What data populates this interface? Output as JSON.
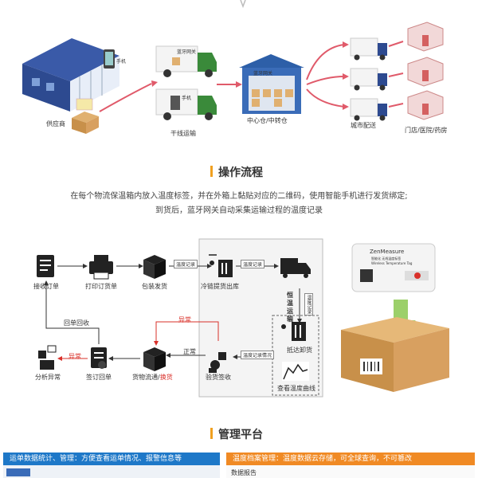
{
  "logistics": {
    "supplier": "供应商",
    "phone_supplier": "手机",
    "trunk": "干线运输",
    "bt_gateway": "蓝牙网关",
    "phone_truck": "手机",
    "center": "中心仓/中转仓",
    "bt_gateway_center": "蓝牙网关",
    "city": "城市配送",
    "stores": "门店/医院/药房"
  },
  "section_process": {
    "title": "操作流程",
    "desc_line1": "在每个物流保温箱内放入温度标签，并在外箱上黏贴对应的二维码，使用智能手机进行发货绑定;",
    "desc_line2": "到货后，蓝牙网关自动采集运输过程的温度记录"
  },
  "flow": {
    "receive_order": "接收订单",
    "print_order": "打印订货单",
    "pack_ship": "包装发货",
    "cold_chain_out": "冷链提货出库",
    "const_temp": [
      "恒",
      "温",
      "运",
      "输"
    ],
    "arrive_unload": "抵达卸货",
    "view_curve": "查看温度曲线",
    "inspect_sign": "验货签收",
    "goods_flow": "货物流通/",
    "goods_flow_swap": "换货",
    "sign_return": "签订回单",
    "analyze_abnormal": "分析异常",
    "return_receipt": "回单回收",
    "temp_record": "温度记录",
    "temp_record_out": "温度记录",
    "temp_record_down": "温度记录",
    "temp_record_status": "温度记录情况",
    "abnormal": "异常",
    "normal": "正常",
    "abnormal_left": "异常"
  },
  "device": {
    "brand": "ZenMeasure",
    "sub1": "智能化 无线温度标签",
    "sub2": "Wireless Temperature Tag"
  },
  "section_platform": {
    "title": "管理平台",
    "left_bar": "运单数据统计、管理：方便查看运单情况、报警信息等",
    "right_bar": "温度档案管理：温度数据云存储，可全球查询，不可篡改",
    "right_sub": "数据报告"
  },
  "colors": {
    "accent": "#f0a020",
    "arrow_red": "#e05a6a",
    "blue_bar": "#1e78c8",
    "orange_bar": "#f08a24",
    "warn_red": "#d9302a"
  }
}
